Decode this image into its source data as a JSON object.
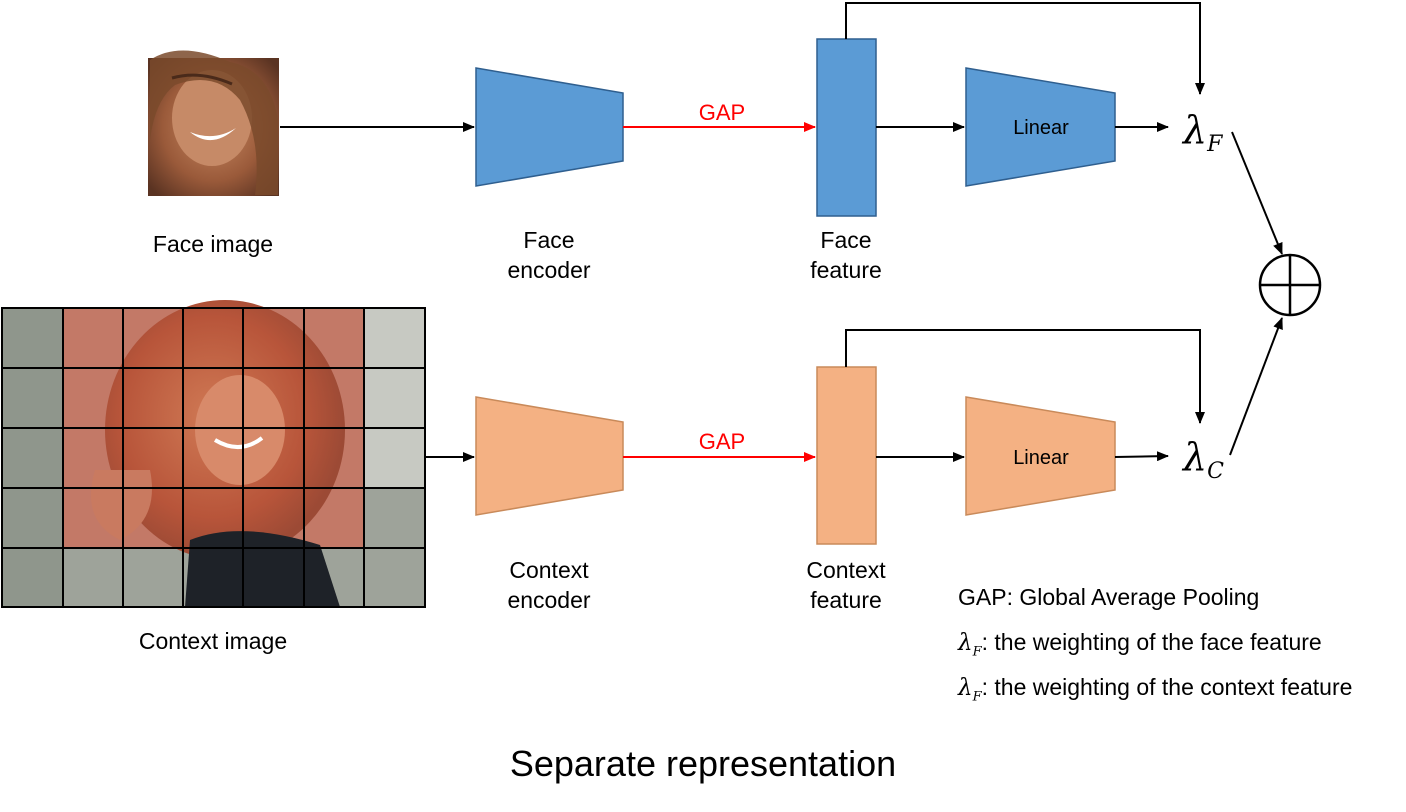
{
  "colors": {
    "face_branch": "#5b9bd5",
    "context_branch": "#f4b183",
    "gap_arrow": "#ff0000",
    "arrow": "#000000",
    "context_highlight": "#d9534f"
  },
  "inputs": {
    "face_image_label": "Face image",
    "context_image_label": "Context image"
  },
  "encoders": {
    "face": {
      "line1": "Face",
      "line2": "encoder"
    },
    "context": {
      "line1": "Context",
      "line2": "encoder"
    }
  },
  "features": {
    "face": {
      "line1": "Face",
      "line2": "feature"
    },
    "context": {
      "line1": "Context",
      "line2": "feature"
    }
  },
  "pooling": {
    "face_label": "GAP",
    "context_label": "GAP"
  },
  "linear": {
    "face_label": "Linear",
    "context_label": "Linear"
  },
  "weights": {
    "face": {
      "symbol": "λ",
      "subscript": "F"
    },
    "context": {
      "symbol": "λ",
      "subscript": "C"
    }
  },
  "fusion": {
    "icon": "circle-plus-icon"
  },
  "legend": {
    "gap_line": "GAP: Global Average Pooling",
    "face_symbol": "λ",
    "face_subscript": "F",
    "face_text": ": the weighting of the face feature",
    "context_symbol": "λ",
    "context_subscript": "F",
    "context_text": ": the weighting of the context feature"
  },
  "title": "Separate representation"
}
